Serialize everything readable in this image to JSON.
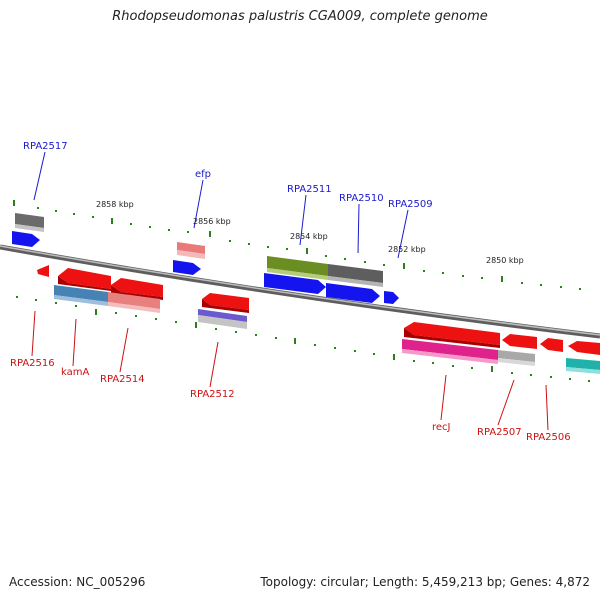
{
  "title": "Rhodopseudomonas palustris CGA009, complete genome",
  "footer": {
    "accession": "Accession: NC_005296",
    "summary": "Topology: circular; Length: 5,459,213 bp; Genes: 4,872"
  },
  "colors": {
    "backbone": "#8a8a8a",
    "tick": "#2e7d1e",
    "top_label": "#1a1acc",
    "bottom_label": "#cc1111"
  },
  "ticks": [
    "2858 kbp",
    "2856 kbp",
    "2854 kbp",
    "2852 kbp",
    "2850 kbp"
  ],
  "top_labels": [
    "RPA2517",
    "efp",
    "RPA2511",
    "RPA2510",
    "RPA2509"
  ],
  "bottom_labels": [
    "RPA2516",
    "kamA",
    "RPA2514",
    "RPA2512",
    "recJ",
    "RPA2507",
    "RPA2506"
  ]
}
